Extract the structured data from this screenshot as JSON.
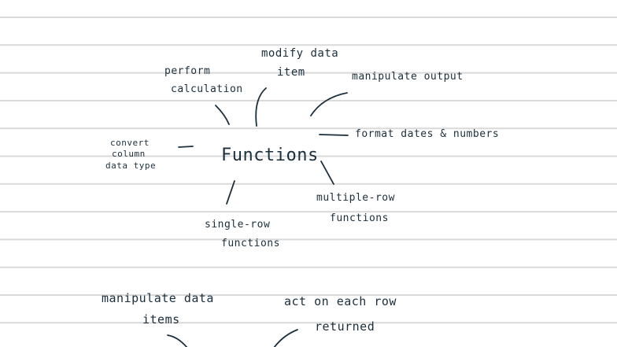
{
  "ink_color": "#1b2e3c",
  "rule_color": "#d9d9d9",
  "center": {
    "label": "Functions"
  },
  "branches": {
    "modify": {
      "line1": "modify data",
      "line2": "item"
    },
    "perform": {
      "line1": "perform",
      "line2": "calculation"
    },
    "manipulate_output": {
      "line1": "manipulate output"
    },
    "format": {
      "line1": "format dates & numbers"
    },
    "convert": {
      "line1": "convert",
      "line2": "column",
      "line3": "data type"
    },
    "multiple_row": {
      "line1": "multiple-row",
      "line2": "functions"
    },
    "single_row": {
      "line1": "single-row",
      "line2": "functions"
    }
  },
  "bottom": {
    "left": {
      "line1": "manipulate data",
      "line2": "items"
    },
    "right": {
      "line1": "act on each row",
      "line2": "returned"
    }
  }
}
